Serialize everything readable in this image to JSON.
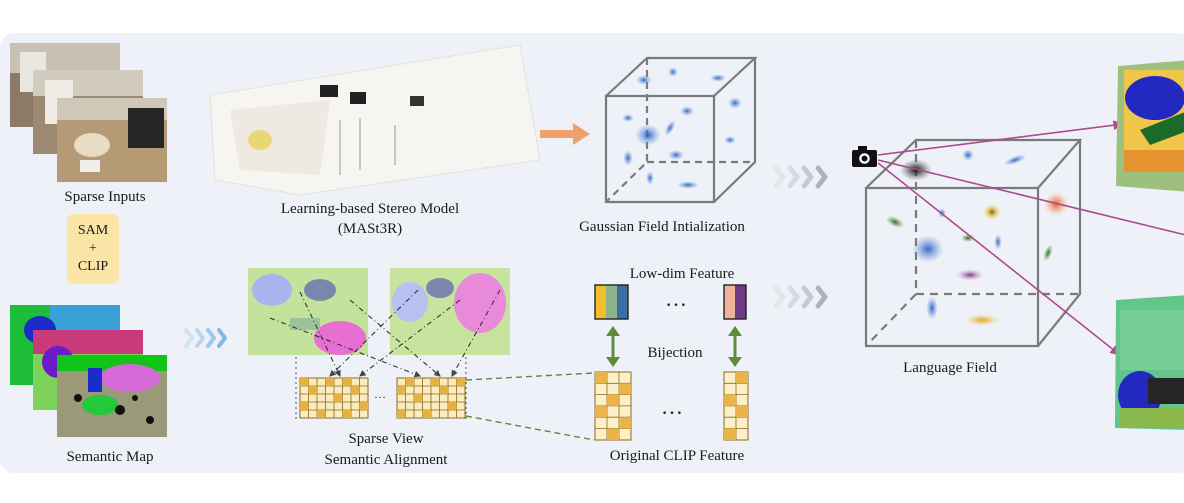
{
  "labels": {
    "sparse_inputs": "Sparse Inputs",
    "sam_line1": "SAM",
    "sam_line2": "+",
    "sam_line3": "CLIP",
    "semantic_map": "Semantic Map",
    "stereo_line1": "Learning-based Stereo Model",
    "stereo_line2": "(MASt3R)",
    "gaussian_init": "Gaussian Field Intialization",
    "lowdim_feature": "Low-dim Feature",
    "bijection": "Bijection",
    "original_clip": "Original CLIP Feature",
    "sparse_view_line1": "Sparse View",
    "sparse_view_line2": "Semantic Alignment",
    "language_field": "Language Field",
    "ellipsis": "…",
    "grid_ellipsis": "···"
  },
  "icons": {
    "camera": "camera-icon"
  },
  "colors": {
    "panel_bg": "#eef2f8",
    "orange_arrow": "#f2a06b",
    "green_arrow": "#5e8a3a",
    "ray": "#b0488f",
    "cube_edge": "#7a7a7a",
    "sam_box": "#fbe5a6",
    "clip_cell_gold": "#e8b54a",
    "clip_cell_light": "#fdf0c8",
    "lowdim_1": "#f3be2a",
    "lowdim_2": "#8db58c",
    "lowdim_3": "#3a6ea5",
    "lowdim_4": "#f0b39a",
    "lowdim_5": "#6e3a86"
  }
}
